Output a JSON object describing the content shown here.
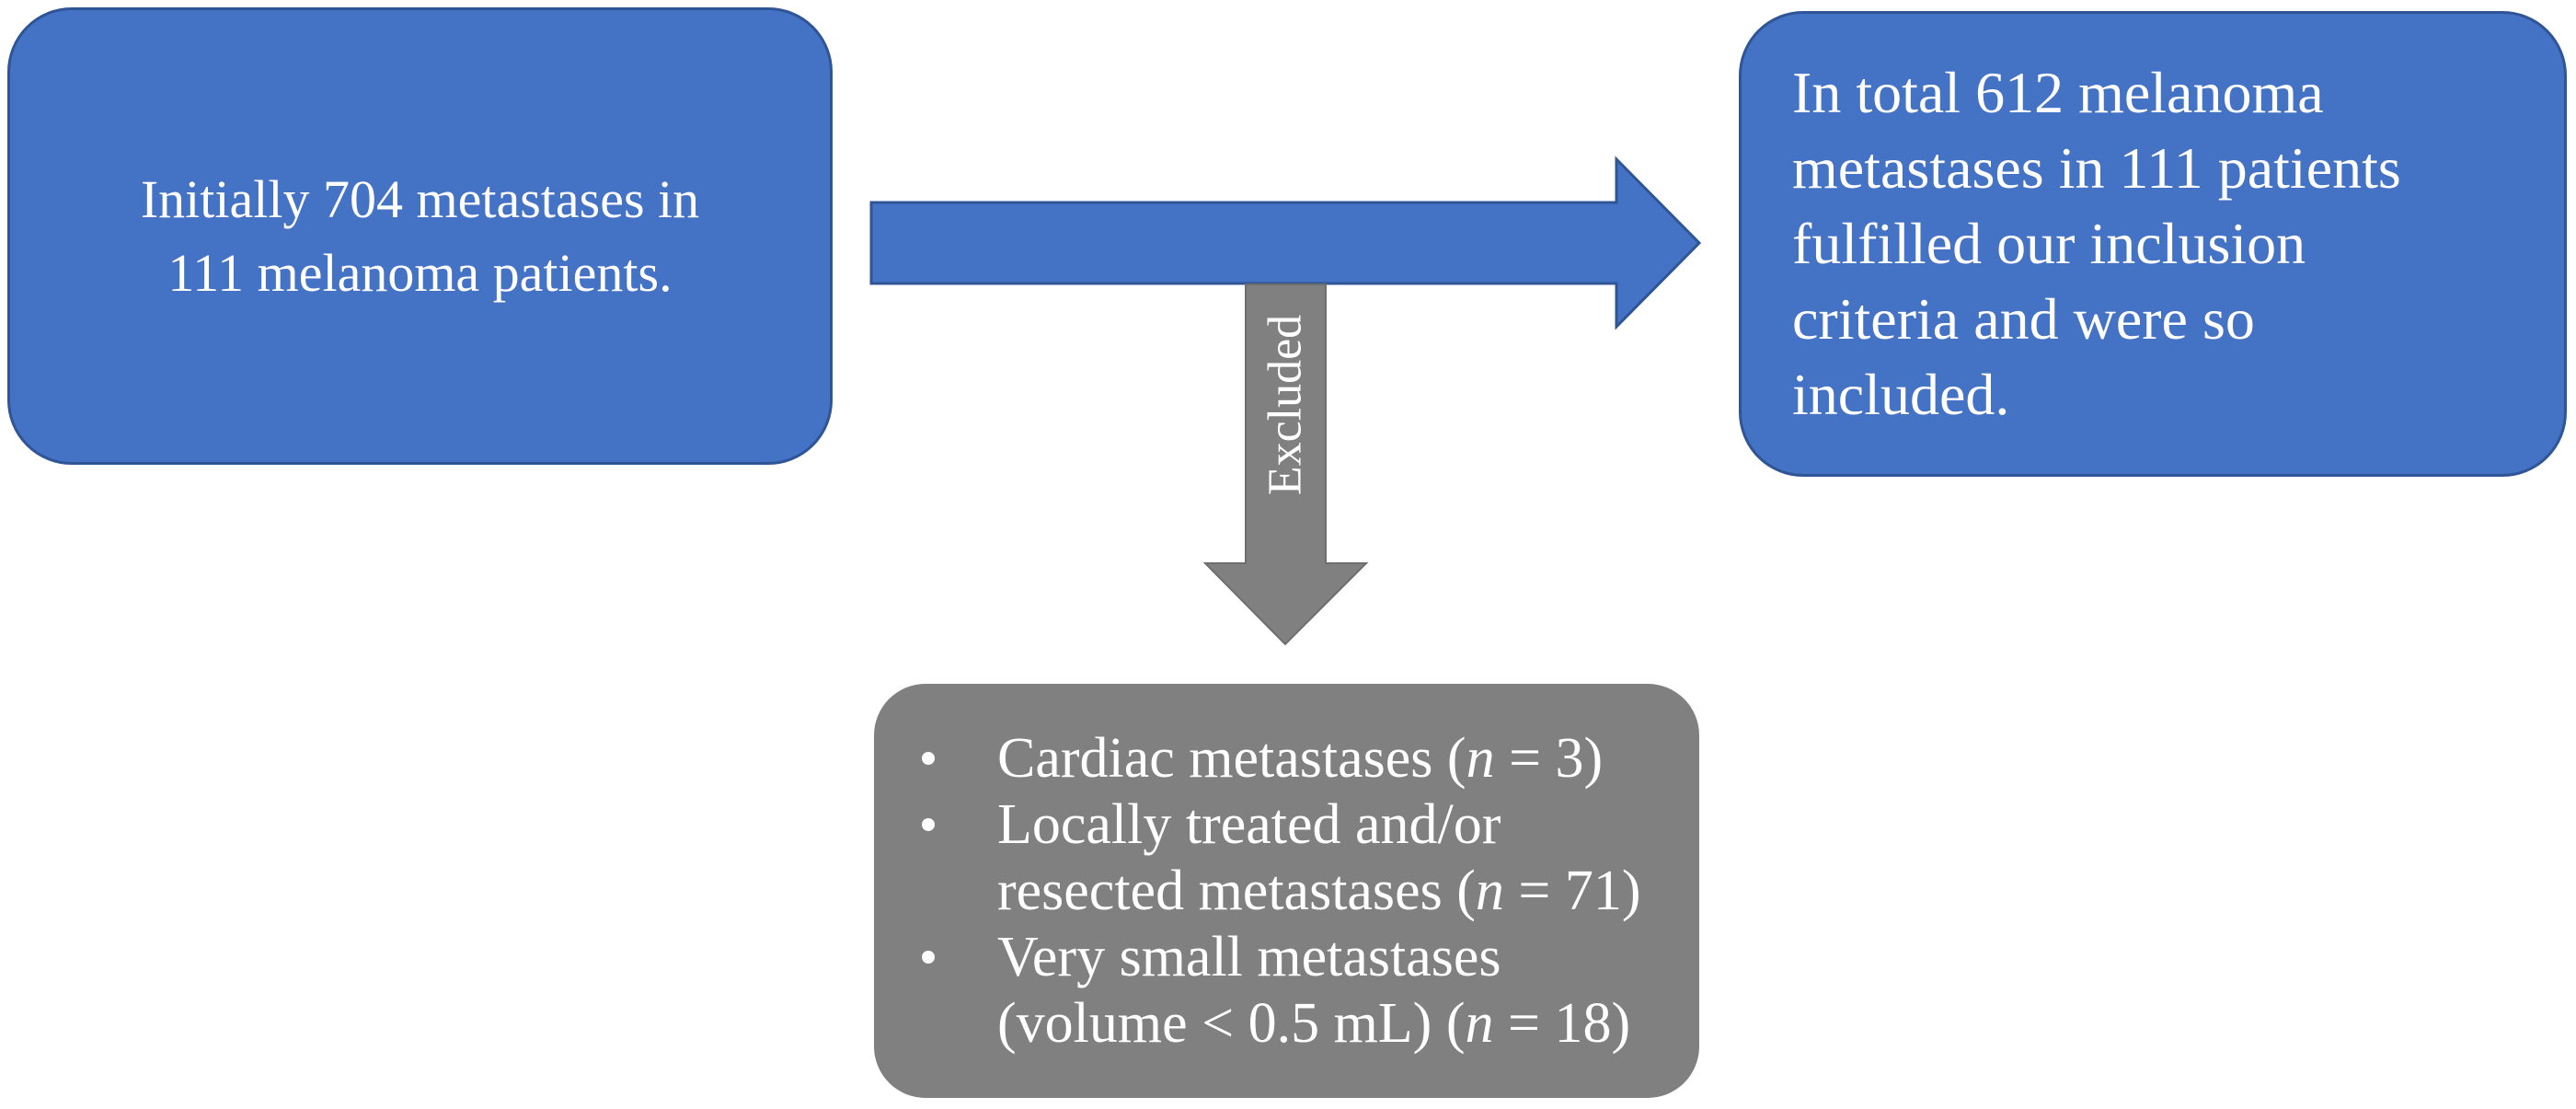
{
  "palette": {
    "box_blue": "#4472C4",
    "box_blue_border": "#2F5597",
    "box_gray": "#808080",
    "text_color": "#FFFFFF",
    "background": "#FFFFFF"
  },
  "left_box": {
    "lines": [
      "Initially 704 metastases in",
      "111 melanoma patients."
    ]
  },
  "right_box": {
    "lines": [
      "In total 612 melanoma",
      "metastases in 111 patients",
      "fulfilled our inclusion",
      "criteria and were so",
      "included."
    ]
  },
  "excluded_arrow": {
    "label": "Excluded"
  },
  "excluded_box": {
    "items": [
      {
        "lines": [
          {
            "pre": "Cardiac metastases (",
            "n": "n",
            "post": " = 3)"
          }
        ]
      },
      {
        "lines": [
          {
            "pre": "Locally treated and/or",
            "n": "",
            "post": ""
          },
          {
            "pre": "resected metastases (",
            "n": "n",
            "post": " = 71)"
          }
        ]
      },
      {
        "lines": [
          {
            "pre": "Very small metastases",
            "n": "",
            "post": ""
          },
          {
            "pre": "(volume < 0.5 mL) (",
            "n": "n",
            "post": " = 18)"
          }
        ]
      }
    ]
  }
}
